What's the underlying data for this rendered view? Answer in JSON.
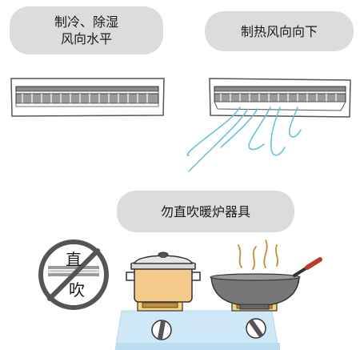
{
  "labels": {
    "cool_line1": "制冷、除湿",
    "cool_line2": "风向水平",
    "heat": "制热风向向下",
    "warning": "勿直吹暖炉器具"
  },
  "prohibit_sign": {
    "top_char": "直",
    "bottom_char": "吹"
  },
  "colors": {
    "pill_bg": "#dcdcdc",
    "airflow": "#5bc0de",
    "stove": "#cfe8f7",
    "pot": "#f5c98a",
    "wok": "#777777",
    "handle": "#c0392b"
  }
}
